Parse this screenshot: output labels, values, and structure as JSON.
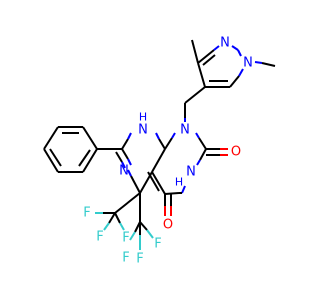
{
  "molecule": {
    "atom_labels": {
      "n_ring_top": "N",
      "n_ring_methyl": "N",
      "nh_top": "N",
      "nh_top_h": "H",
      "n_right": "N",
      "o_right": "O",
      "nh_right": "N",
      "nh_right_h": "H",
      "n_left": "N",
      "o_bottom": "O",
      "f1": "F",
      "f2": "F",
      "f3": "F",
      "f4": "F",
      "f5": "F",
      "f6": "F"
    },
    "colors": {
      "carbon": "#000000",
      "nitrogen": "#0000ff",
      "oxygen": "#ff0000",
      "fluorine": "#33cccc"
    }
  }
}
